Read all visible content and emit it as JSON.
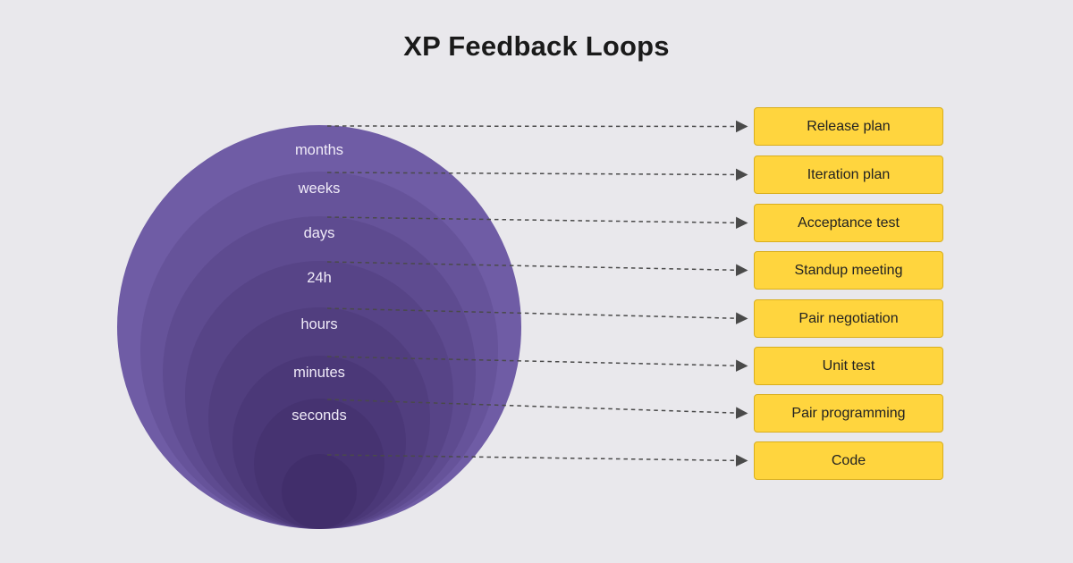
{
  "title": "XP Feedback Loops",
  "rings": [
    {
      "label": "months"
    },
    {
      "label": "weeks"
    },
    {
      "label": "days"
    },
    {
      "label": "24h"
    },
    {
      "label": "hours"
    },
    {
      "label": "minutes"
    },
    {
      "label": "seconds"
    },
    {
      "label": ""
    }
  ],
  "boxes": [
    {
      "label": "Release plan"
    },
    {
      "label": "Iteration plan"
    },
    {
      "label": "Acceptance test"
    },
    {
      "label": "Standup meeting"
    },
    {
      "label": "Pair negotiation"
    },
    {
      "label": "Unit test"
    },
    {
      "label": "Pair programming"
    },
    {
      "label": "Code"
    }
  ],
  "colors": {
    "background": "#E9E8EC",
    "ring_purple": "#6F5CA5",
    "ring_inner_dark": "#45346E",
    "box_background": "#FFD53E",
    "box_border": "#D9AE1C",
    "connector_line": "#4A4A4A",
    "title_text": "#1A1A1A",
    "ring_label_text": "#F0EBF8"
  }
}
